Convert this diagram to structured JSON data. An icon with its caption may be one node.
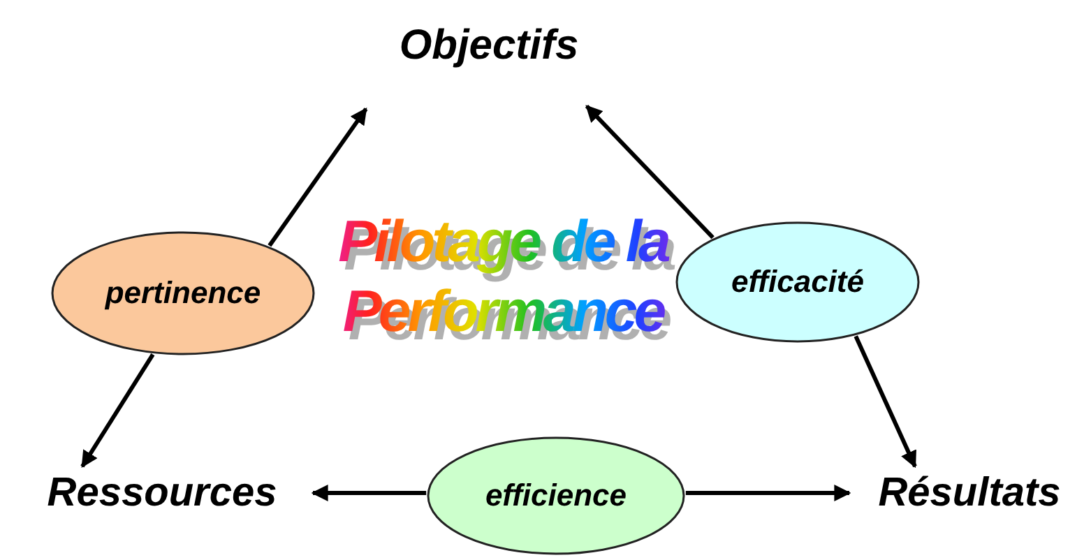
{
  "diagram": {
    "title": "Pilotage de la Performance",
    "nodes": [
      {
        "text": [
          "Objectifs"
        ]
      },
      {
        "text": [
          "Ressources"
        ]
      },
      {
        "text": [
          "Résultats"
        ]
      },
      {
        "text": [
          "pertinence"
        ]
      },
      {
        "text": [
          "efficacité"
        ]
      },
      {
        "text": [
          "efficience"
        ]
      }
    ],
    "edges": [
      {
        "from": 3,
        "to": 0,
        "arrow": "to"
      },
      {
        "from": 3,
        "to": 1,
        "arrow": "to"
      },
      {
        "from": 4,
        "to": 0,
        "arrow": "to"
      },
      {
        "from": 4,
        "to": 2,
        "arrow": "to"
      },
      {
        "from": 5,
        "to": 1,
        "arrow": "to"
      },
      {
        "from": 5,
        "to": 2,
        "arrow": "to"
      }
    ]
  }
}
